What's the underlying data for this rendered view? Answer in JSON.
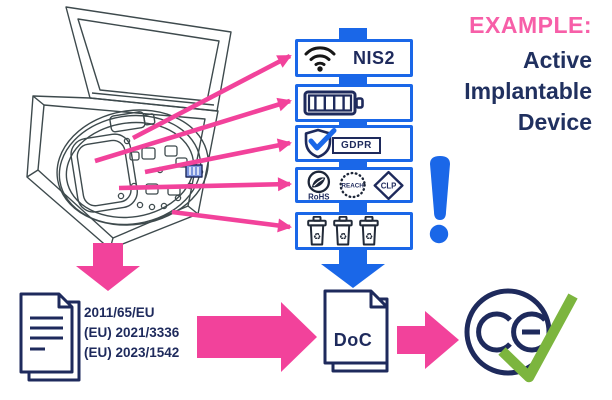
{
  "heading": {
    "example_label": "EXAMPLE:",
    "lines": [
      "Active",
      "Implantable",
      "Device"
    ]
  },
  "illustration": {
    "name": "open-device-box-illustration",
    "description_icon": "open-box-with-implantable-device-icon"
  },
  "compliance_boxes": [
    {
      "name": "nis2",
      "icon": "wifi-icon",
      "label": "NIS2"
    },
    {
      "name": "battery",
      "icon": "battery-icon",
      "label": ""
    },
    {
      "name": "gdpr",
      "icon": "shield-check-icon",
      "label": "GDPR"
    },
    {
      "name": "chemical-regulations",
      "items": [
        {
          "icon": "rohs-leaf-icon",
          "label": "RoHS"
        },
        {
          "icon": "reach-dotted-circle-icon",
          "label": "REACH"
        },
        {
          "icon": "clp-diamond-icon",
          "label": "CLP"
        }
      ]
    },
    {
      "name": "weee-recycling",
      "icon": "waste-bin-icons",
      "recycle_glyph": "♻"
    }
  ],
  "warning": {
    "icon": "exclamation-icon"
  },
  "regulations": {
    "icon": "document-stack-icon",
    "lines": [
      "2011/65/EU",
      "(EU) 2021/3336",
      "(EU) 2023/1542"
    ]
  },
  "doc": {
    "icon": "doc-document-stack-icon",
    "label": "DoC"
  },
  "ce_mark": {
    "icon": "ce-mark-icon",
    "label": "CE",
    "check_icon": "green-check-icon"
  },
  "arrows": {
    "fan_arrow_icon": "pink-arrow-icon",
    "down_left_icon": "pink-down-arrow-icon",
    "down_center_icon": "blue-down-arrow-icon",
    "right_1_icon": "pink-right-arrow-icon",
    "right_2_icon": "pink-right-arrow-icon"
  },
  "colors": {
    "pink_arrow": "#F2429B",
    "heading_pink": "#F75FA8",
    "blue": "#1A67E8",
    "navy": "#1E2A5C",
    "green_check": "#7CB53E"
  }
}
